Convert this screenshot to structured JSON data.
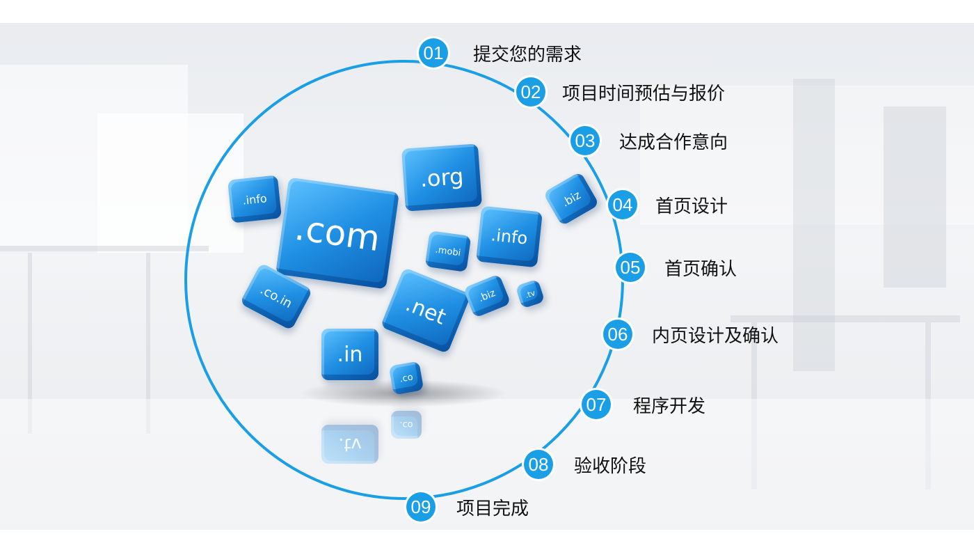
{
  "steps": [
    {
      "num": "01",
      "label": "提交您的需求"
    },
    {
      "num": "02",
      "label": "项目时间预估与报价"
    },
    {
      "num": "03",
      "label": "达成合作意向"
    },
    {
      "num": "04",
      "label": "首页设计"
    },
    {
      "num": "05",
      "label": "首页确认"
    },
    {
      "num": "06",
      "label": "内页设计及确认"
    },
    {
      "num": "07",
      "label": "程序开发"
    },
    {
      "num": "08",
      "label": "验收阶段"
    },
    {
      "num": "09",
      "label": "项目完成"
    }
  ],
  "domains": {
    "com": ".com",
    "org": ".org",
    "info1": ".info",
    "info2": ".info",
    "biz1": ".biz",
    "biz2": ".biz",
    "mobi": ".mobi",
    "coin": ".co.in",
    "net": ".net",
    "in": ".in",
    "co": ".co",
    "tv": ".tv"
  },
  "colors": {
    "accent": "#1a9fe6",
    "cube": "#1f8fe3"
  }
}
